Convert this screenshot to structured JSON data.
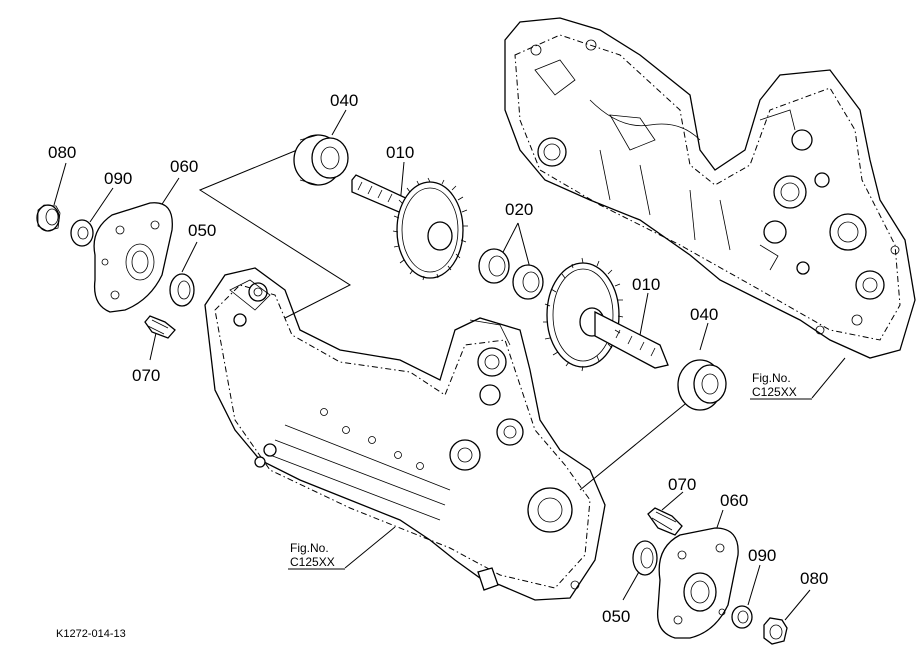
{
  "labels": {
    "p040_top": "040",
    "p010_top": "010",
    "p080_left": "080",
    "p090_left": "090",
    "p060_left": "060",
    "p050_left": "050",
    "p070_left": "070",
    "p020": "020",
    "p010_right": "010",
    "p040_right": "040",
    "p070_right": "070",
    "p060_right": "060",
    "p090_right": "090",
    "p080_right": "080",
    "p050_right": "050"
  },
  "figref_right": {
    "line1": "Fig.No.",
    "line2": "C125XX"
  },
  "figref_left": {
    "line1": "Fig.No.",
    "line2": "C125XX"
  },
  "drawing_code": "K1272-014-13"
}
